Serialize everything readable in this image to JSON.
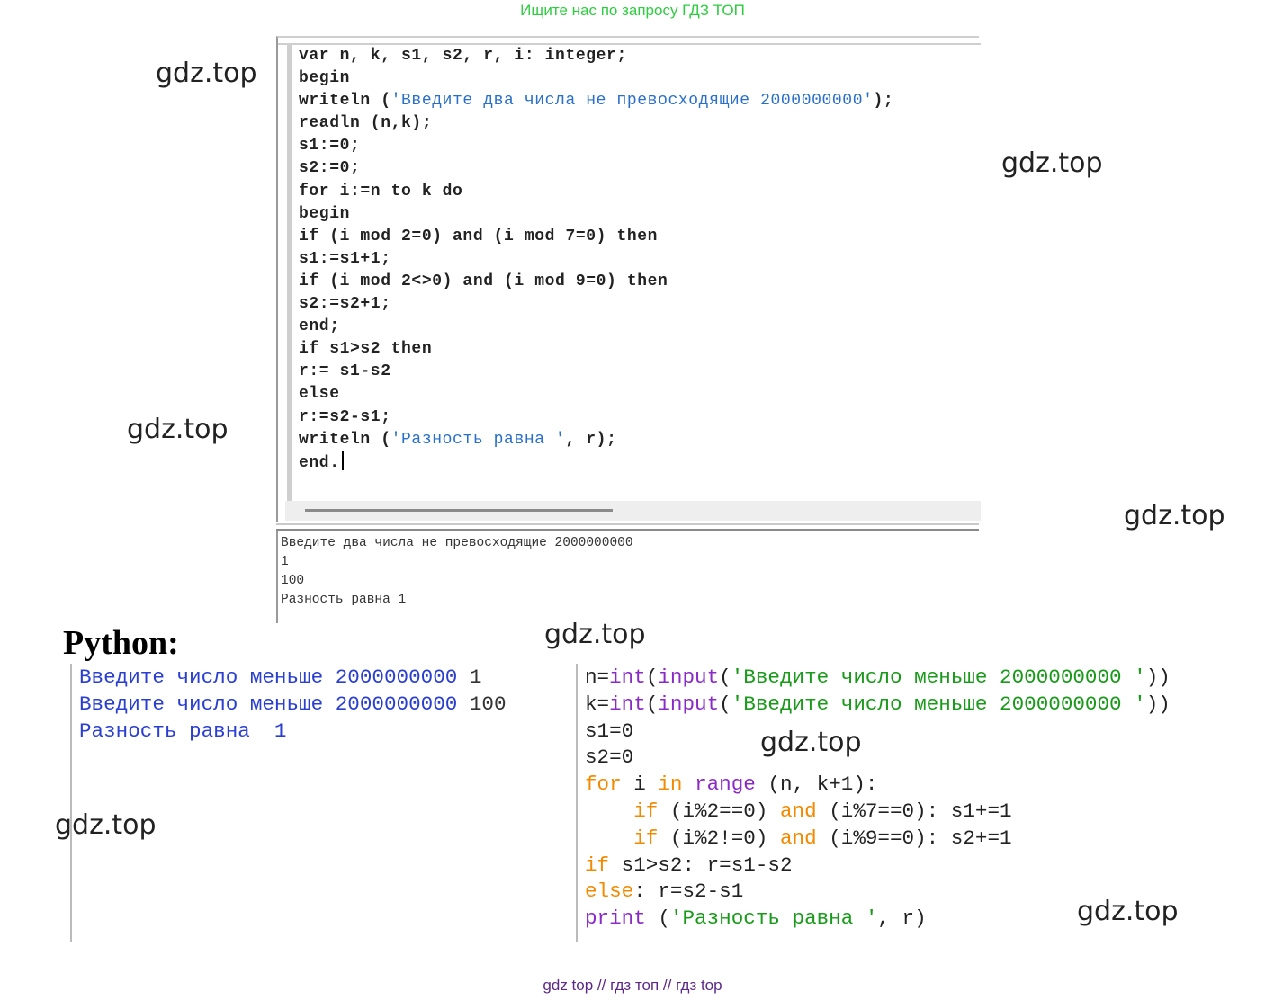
{
  "banner": "Ищите нас по запросу ГДЗ ТОП",
  "watermark": "gdz.top",
  "pascal": {
    "code": [
      [
        {
          "t": "var n, k, s1, s2, r, i: integer;",
          "c": ""
        }
      ],
      [
        {
          "t": "begin",
          "c": ""
        }
      ],
      [
        {
          "t": "writeln (",
          "c": ""
        },
        {
          "t": "'Введите два числа не превосходящие 2000000000'",
          "c": "s"
        },
        {
          "t": ");",
          "c": ""
        }
      ],
      [
        {
          "t": "readln (n,k);",
          "c": ""
        }
      ],
      [
        {
          "t": "s1:=0;",
          "c": ""
        }
      ],
      [
        {
          "t": "s2:=0;",
          "c": ""
        }
      ],
      [
        {
          "t": "for i:=n to k do",
          "c": ""
        }
      ],
      [
        {
          "t": "begin",
          "c": ""
        }
      ],
      [
        {
          "t": "if (i mod 2=0) and (i mod 7=0) then",
          "c": ""
        }
      ],
      [
        {
          "t": "s1:=s1+1;",
          "c": ""
        }
      ],
      [
        {
          "t": "if (i mod 2<>0) and (i mod 9=0) then",
          "c": ""
        }
      ],
      [
        {
          "t": "s2:=s2+1;",
          "c": ""
        }
      ],
      [
        {
          "t": "end;",
          "c": ""
        }
      ],
      [
        {
          "t": "if s1>s2 then",
          "c": ""
        }
      ],
      [
        {
          "t": "r:= s1-s2",
          "c": ""
        }
      ],
      [
        {
          "t": "else",
          "c": ""
        }
      ],
      [
        {
          "t": "r:=s2-s1;",
          "c": ""
        }
      ],
      [
        {
          "t": "writeln (",
          "c": ""
        },
        {
          "t": "'Разность равна '",
          "c": "s"
        },
        {
          "t": ", r);",
          "c": ""
        }
      ],
      [
        {
          "t": "end.",
          "c": ""
        }
      ]
    ],
    "output": [
      "Введите два числа не превосходящие 2000000000",
      "1",
      "100",
      "Разность равна 1"
    ]
  },
  "python": {
    "title": "Python:",
    "output": [
      [
        {
          "t": "Введите число меньше 2000000000 ",
          "c": ""
        },
        {
          "t": "1",
          "c": "v"
        }
      ],
      [
        {
          "t": "Введите число меньше 2000000000 ",
          "c": ""
        },
        {
          "t": "100",
          "c": "v"
        }
      ],
      [
        {
          "t": "Разность равна  1",
          "c": ""
        }
      ]
    ],
    "code": [
      [
        {
          "t": "n=",
          "c": ""
        },
        {
          "t": "int",
          "c": "bi"
        },
        {
          "t": "(",
          "c": ""
        },
        {
          "t": "input",
          "c": "bi"
        },
        {
          "t": "(",
          "c": ""
        },
        {
          "t": "'Введите число меньше 2000000000 '",
          "c": "st"
        },
        {
          "t": "))",
          "c": ""
        }
      ],
      [
        {
          "t": "k=",
          "c": ""
        },
        {
          "t": "int",
          "c": "bi"
        },
        {
          "t": "(",
          "c": ""
        },
        {
          "t": "input",
          "c": "bi"
        },
        {
          "t": "(",
          "c": ""
        },
        {
          "t": "'Введите число меньше 2000000000 '",
          "c": "st"
        },
        {
          "t": "))",
          "c": ""
        }
      ],
      [
        {
          "t": "s1=0",
          "c": ""
        }
      ],
      [
        {
          "t": "s2=0",
          "c": ""
        }
      ],
      [
        {
          "t": "for",
          "c": "kw"
        },
        {
          "t": " i ",
          "c": ""
        },
        {
          "t": "in",
          "c": "kw"
        },
        {
          "t": " ",
          "c": ""
        },
        {
          "t": "range",
          "c": "bi"
        },
        {
          "t": " (n, k+1):",
          "c": ""
        }
      ],
      [
        {
          "t": "    ",
          "c": ""
        },
        {
          "t": "if",
          "c": "kw"
        },
        {
          "t": " (i%2==0) ",
          "c": ""
        },
        {
          "t": "and",
          "c": "kw"
        },
        {
          "t": " (i%7==0): s1+=1",
          "c": ""
        }
      ],
      [
        {
          "t": "    ",
          "c": ""
        },
        {
          "t": "if",
          "c": "kw"
        },
        {
          "t": " (i%2!=0) ",
          "c": ""
        },
        {
          "t": "and",
          "c": "kw"
        },
        {
          "t": " (i%9==0): s2+=1",
          "c": ""
        }
      ],
      [
        {
          "t": "if",
          "c": "kw"
        },
        {
          "t": " s1>s2: r=s1-s2",
          "c": ""
        }
      ],
      [
        {
          "t": "else",
          "c": "kw"
        },
        {
          "t": ": r=s2-s1",
          "c": ""
        }
      ],
      [
        {
          "t": "print",
          "c": "bi"
        },
        {
          "t": " (",
          "c": ""
        },
        {
          "t": "'Разность равна '",
          "c": "st"
        },
        {
          "t": ", r)",
          "c": ""
        }
      ]
    ]
  },
  "footer": "gdz top  //  гдз топ  //  гдз top"
}
